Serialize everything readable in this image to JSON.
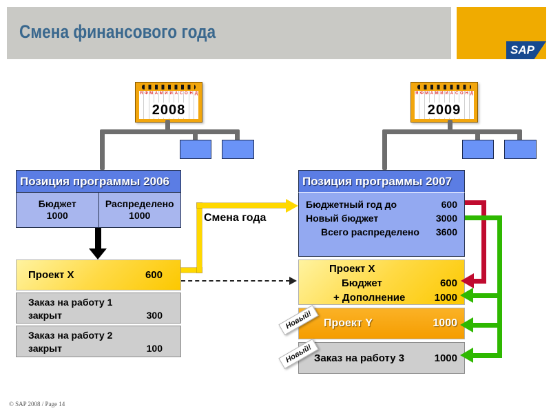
{
  "slide": {
    "title": "Смена финансового года"
  },
  "logo": {
    "text": "SAP"
  },
  "calendars": [
    {
      "year": "2008",
      "months": "ЯФМАМИИАСОНД"
    },
    {
      "year": "2009",
      "months": "ЯФМАМИИАСОНД"
    }
  ],
  "left": {
    "program": {
      "title": "Позиция программы 2006",
      "cells": [
        {
          "label": "Бюджет",
          "value": "1000"
        },
        {
          "label": "Распределено",
          "value": "1000"
        }
      ]
    },
    "project": {
      "label": "Проект X",
      "value": "600"
    },
    "orders": [
      {
        "line1": "Заказ на работу 1",
        "status": "закрыт",
        "value": "300"
      },
      {
        "line1": "Заказ на работу 2",
        "status": "закрыт",
        "value": "100"
      }
    ]
  },
  "middle": {
    "arrow_label": "Смена года"
  },
  "right": {
    "program": {
      "title": "Позиция программы 2007",
      "rows": [
        {
          "label": "Бюджетный год до",
          "value": "600"
        },
        {
          "label": "Новый бюджет",
          "value": "3000"
        },
        {
          "label": "Всего распределено",
          "value": "3600"
        }
      ]
    },
    "project_x": {
      "title": "Проект X",
      "rows": [
        {
          "label": "Бюджет",
          "value": "600"
        },
        {
          "label": "+ Дополнение",
          "value": "1000"
        }
      ]
    },
    "project_y": {
      "label": "Проект Y",
      "value": "1000",
      "badge": "Новый!"
    },
    "order3": {
      "label": "Заказ на работу 3",
      "value": "1000",
      "badge": "Новый!"
    }
  },
  "footer": {
    "text": "© SAP 2008 / Page 14"
  },
  "colors": {
    "sap_gold": "#F0AB00",
    "sap_blue": "#17498F",
    "title_band_gray": "#C9C9C5",
    "title_text_blue": "#3A688E",
    "box_blue_header": "#5B7DE4",
    "box_blue_light": "#A8B6EE",
    "box_blue_body": "#93A9F1",
    "small_box_blue": "#6A93F7",
    "box_yellow": "#FCC800",
    "box_orange": "#F59D00",
    "box_gray": "#CECECE",
    "connector_gray": "#6E6E6E",
    "arrow_yellow": "#FFD800",
    "arrow_red": "#C00B2F",
    "arrow_green": "#2EB800"
  }
}
